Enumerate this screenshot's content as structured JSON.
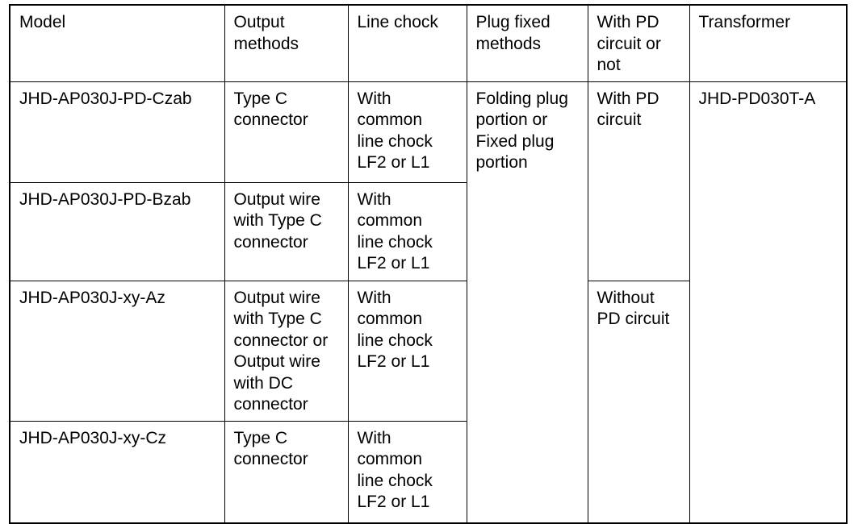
{
  "table": {
    "headers": [
      "Model",
      "Output\nmethods",
      "Line chock",
      "Plug fixed\nmethods",
      "With PD\ncircuit or\nnot",
      "Transformer"
    ],
    "rows": [
      {
        "model": "JHD-AP030J-PD-Czab",
        "output_methods": "Type C\nconnector",
        "line_chock": "With\ncommon\nline chock\nLF2 or L1",
        "plug_fixed_methods": "Folding plug\nportion or\nFixed plug\nportion",
        "pd_circuit": "With PD\ncircuit",
        "transformer": "JHD-PD030T-A"
      },
      {
        "model": "JHD-AP030J-PD-Bzab",
        "output_methods": "Output wire\nwith Type C\nconnector",
        "line_chock": "With\ncommon\nline chock\nLF2 or L1"
      },
      {
        "model": "JHD-AP030J-xy-Az",
        "output_methods": "Output wire\nwith Type C\nconnector or\nOutput wire\nwith DC\nconnector",
        "line_chock": "With\ncommon\nline chock\nLF2 or L1",
        "pd_circuit": "Without\nPD circuit"
      },
      {
        "model": "JHD-AP030J-xy-Cz",
        "output_methods": "Type C\nconnector",
        "line_chock": "With\ncommon\nline chock\nLF2 or L1"
      }
    ]
  },
  "colors": {
    "border": "#000000",
    "text": "#000000",
    "background": "#ffffff"
  }
}
